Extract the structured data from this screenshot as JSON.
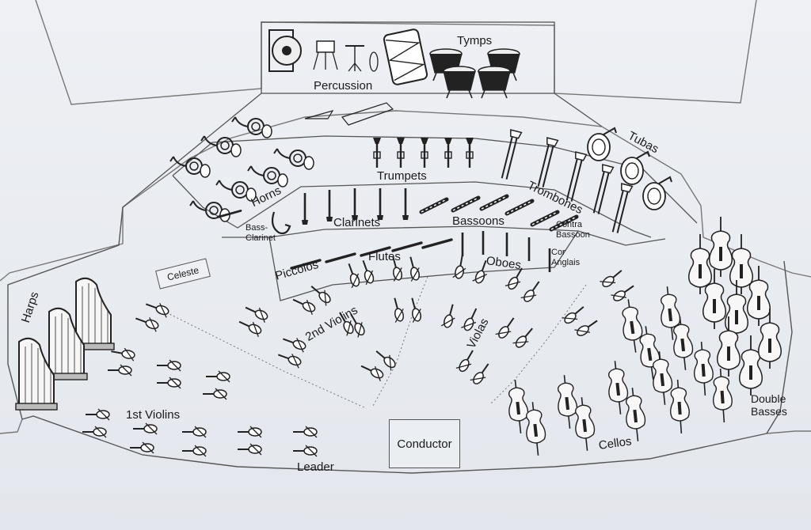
{
  "stage_labels": {
    "tymps": "Tymps",
    "percussion": "Percussion",
    "tubas": "Tubas",
    "horns": "Horns",
    "trumpets": "Trumpets",
    "trombones": "Trombones",
    "bass_clarinet": "Bass-\nClarinet",
    "clarinets": "Clarinets",
    "bassoons": "Bassoons",
    "contra_bassoon": "Contra\nBassoon",
    "celeste": "Celeste",
    "piccolos": "Piccolos",
    "flutes": "Flutes",
    "oboes": "Oboes",
    "cor_anglais": "Cor\nAnglais",
    "harps": "Harps",
    "second_violins": "2nd Violins",
    "violas": "Violas",
    "first_violins": "1st Violins",
    "conductor": "Conductor",
    "leader": "Leader",
    "cellos": "Cellos",
    "double_basses": "Double\nBasses"
  }
}
